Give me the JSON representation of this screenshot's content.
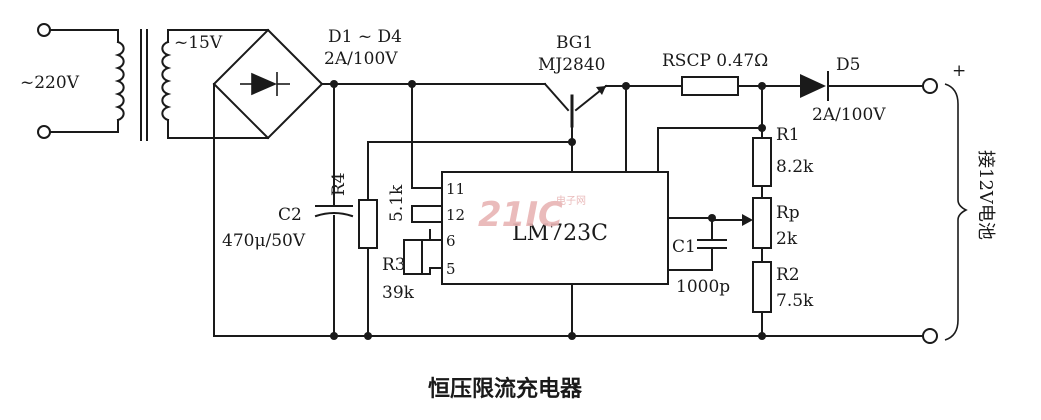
{
  "labels": {
    "input_voltage": "~220V",
    "secondary_voltage": "~15V",
    "diodes_ref": "D1 ~ D4",
    "diodes_rating": "2A/100V",
    "transistor_ref": "BG1",
    "transistor_part": "MJ2840",
    "rscp_label": "RSCP 0.47Ω",
    "d5_ref": "D5",
    "d5_rating": "2A/100V",
    "plus_sign": "+",
    "battery_label": "接12V电池",
    "r4_ref": "R4",
    "r4_value": "5.1k",
    "c2_ref": "C2",
    "c2_value": "470μ/50V",
    "r3_ref": "R3",
    "r3_value": "39k",
    "ic_part": "LM723C",
    "pin_11": "11",
    "pin_12": "12",
    "pin_6": "6",
    "pin_5": "5",
    "c1_ref": "C1",
    "c1_value": "1000p",
    "r1_ref": "R1",
    "r1_value": "8.2k",
    "rp_ref": "Rp",
    "rp_value": "2k",
    "r2_ref": "R2",
    "r2_value": "7.5k",
    "caption": "恒压限流充电器"
  },
  "watermark": {
    "text": "21IC",
    "subtext": "电子网"
  }
}
